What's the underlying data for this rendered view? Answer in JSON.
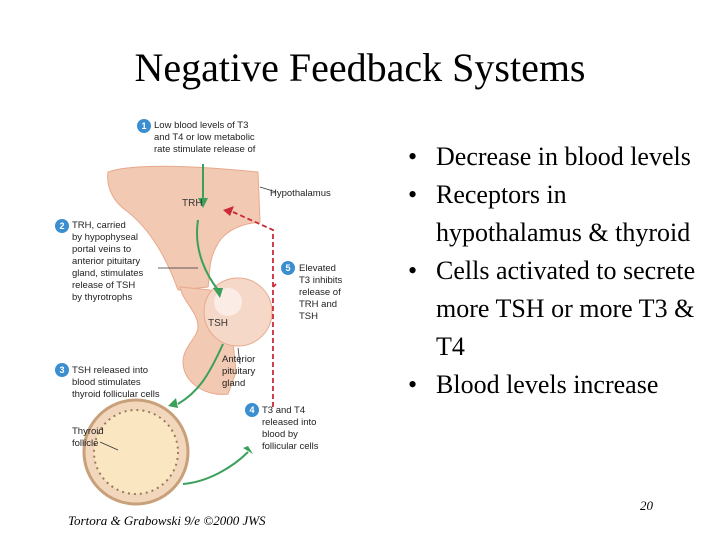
{
  "title": "Negative Feedback Systems",
  "bullets": [
    "Decrease in blood levels",
    "Receptors in hypothalamus & thyroid",
    "Cells activated to secrete more TSH or more T3 & T4",
    "Blood levels increase"
  ],
  "slide_number": "20",
  "credit": "Tortora & Grabowski 9/e ©2000 JWS",
  "diagram": {
    "steps": [
      {
        "num": "1",
        "lines": [
          "Low blood levels of T3",
          "and T4 or low metabolic",
          "rate stimulate release of"
        ]
      },
      {
        "num": "2",
        "lines": [
          "TRH, carried",
          "by hypophyseal",
          "portal veins to",
          "anterior pituitary",
          "gland, stimulates",
          "release of TSH",
          "by thyrotrophs"
        ]
      },
      {
        "num": "3",
        "lines": [
          "TSH released into",
          "blood stimulates",
          "thyroid follicular cells"
        ]
      },
      {
        "num": "4",
        "lines": [
          "T3 and T4",
          "released into",
          "blood by",
          "follicular cells"
        ]
      },
      {
        "num": "5",
        "lines": [
          "Elevated",
          "T3 inhibits",
          "release of",
          "TRH and",
          "TSH"
        ]
      }
    ],
    "labels": {
      "hypothalamus": "Hypothalamus",
      "trh": "TRH",
      "tsh": "TSH",
      "anterior_pituitary": [
        "Anterior",
        "pituitary",
        "gland"
      ],
      "thyroid_follicle": [
        "Thyroid",
        "follicle"
      ]
    },
    "colors": {
      "tissue": "#f2c9b3",
      "tissue_dark": "#e8a98c",
      "arrow_green": "#3aa05a",
      "arrow_red": "#cc2a36",
      "step_badge": "#3b8fd0",
      "follicle_ring": "#c8a07a",
      "follicle_colloid": "#fbe6c2"
    }
  }
}
